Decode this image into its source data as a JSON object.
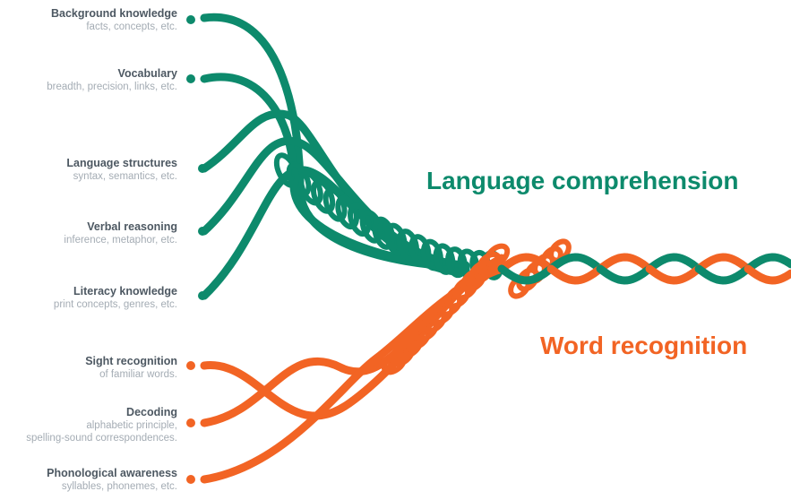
{
  "colors": {
    "language": "#0d8a6c",
    "word": "#f26424",
    "label": "#4d5862",
    "sublabel": "#a4acb4"
  },
  "language_strands": [
    {
      "title": "Background knowledge",
      "subtitle": [
        "facts, concepts, etc."
      ]
    },
    {
      "title": "Vocabulary",
      "subtitle": [
        "breadth, precision, links, etc."
      ]
    },
    {
      "title": "Language structures",
      "subtitle": [
        "syntax, semantics, etc."
      ]
    },
    {
      "title": "Verbal reasoning",
      "subtitle": [
        "inference, metaphor, etc."
      ]
    },
    {
      "title": "Literacy knowledge",
      "subtitle": [
        "print concepts, genres, etc."
      ]
    }
  ],
  "word_strands": [
    {
      "title": "Sight recognition",
      "subtitle": [
        "of familiar words."
      ]
    },
    {
      "title": "Decoding",
      "subtitle": [
        "alphabetic principle,",
        "spelling-sound correspondences."
      ]
    },
    {
      "title": "Phonological awareness",
      "subtitle": [
        "syllables, phonemes, etc."
      ]
    }
  ],
  "headings": {
    "language": "Language comprehension",
    "word": "Word recognition"
  }
}
